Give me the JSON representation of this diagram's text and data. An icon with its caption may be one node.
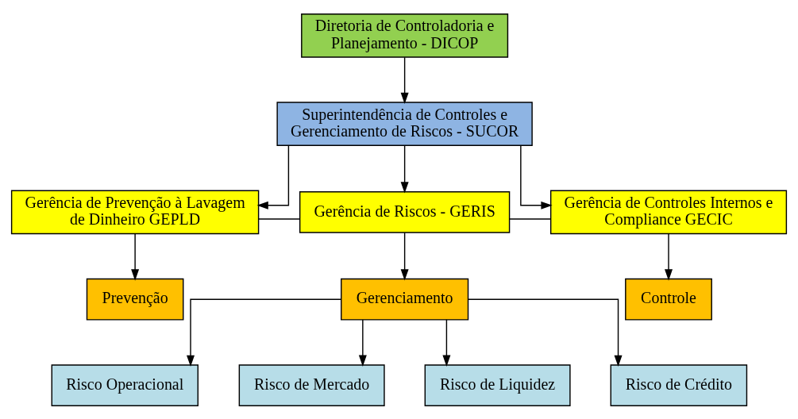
{
  "diagram": {
    "nodes": [
      {
        "text": [
          "Diretoria de Controladoria e Planejamento - DICOP"
        ]
      },
      {
        "text": [
          "Superintendência de Controles e Gerenciamento de Riscos - SUCOR"
        ]
      },
      {
        "text": [
          "Gerência de Prevenção à Lavagem de Dinheiro GEPLD"
        ]
      },
      {
        "text": [
          "Gerência de Riscos - GERIS"
        ]
      },
      {
        "text": [
          "Gerência de Controles Internos e Compliance GECIC"
        ]
      },
      {
        "text": [
          "Prevenção"
        ]
      },
      {
        "text": [
          "Gerenciamento"
        ]
      },
      {
        "text": [
          "Controle"
        ]
      },
      {
        "text": [
          "Risco Operacional"
        ]
      },
      {
        "text": [
          "Risco de Mercado"
        ]
      },
      {
        "text": [
          "Risco de Liquidez"
        ]
      },
      {
        "text": [
          "Risco de Crédito"
        ]
      }
    ],
    "edges": [
      {
        "from": 0,
        "to": 1,
        "arrow": "to"
      },
      {
        "from": 1,
        "to": 2,
        "arrow": "to"
      },
      {
        "from": 1,
        "to": 3,
        "arrow": "to"
      },
      {
        "from": 1,
        "to": 4,
        "arrow": "to"
      },
      {
        "from": 2,
        "to": 3,
        "arrow": "none"
      },
      {
        "from": 3,
        "to": 4,
        "arrow": "none"
      },
      {
        "from": 2,
        "to": 5,
        "arrow": "to"
      },
      {
        "from": 3,
        "to": 6,
        "arrow": "to"
      },
      {
        "from": 4,
        "to": 7,
        "arrow": "to"
      },
      {
        "from": 6,
        "to": 8,
        "arrow": "to"
      },
      {
        "from": 6,
        "to": 9,
        "arrow": "to"
      },
      {
        "from": 6,
        "to": 10,
        "arrow": "to"
      },
      {
        "from": 6,
        "to": 11,
        "arrow": "to"
      }
    ]
  }
}
